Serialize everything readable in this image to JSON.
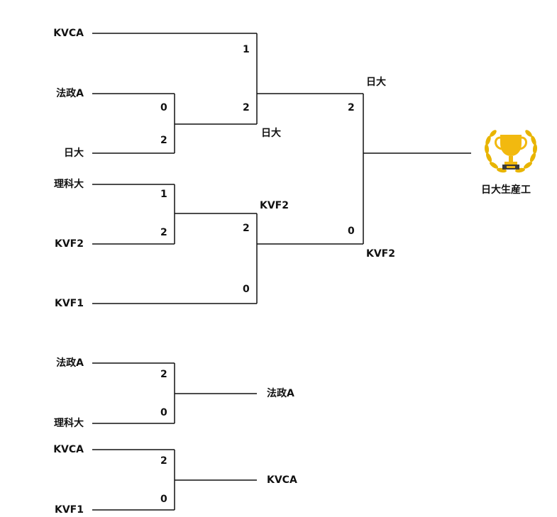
{
  "main_bracket": {
    "teams": [
      "KVCA",
      "法政A",
      "日大",
      "理科大",
      "KVF2",
      "KVF1"
    ],
    "round1": [
      {
        "top_score": "0",
        "bottom_score": "2",
        "winner": ""
      },
      {
        "top_score": "1",
        "bottom_score": "2",
        "winner": ""
      }
    ],
    "semifinal": [
      {
        "top_score": "1",
        "bottom_score": "2",
        "winner": "日大"
      },
      {
        "top_score": "2",
        "bottom_score": "0",
        "winner": "KVF2"
      }
    ],
    "final": {
      "top_score": "2",
      "bottom_score": "0",
      "top_team": "日大",
      "bottom_team": "KVF2"
    },
    "champion": "日大生産工"
  },
  "consolation": [
    {
      "top_team": "法政A",
      "bottom_team": "理科大",
      "top_score": "2",
      "bottom_score": "0",
      "winner": "法政A"
    },
    {
      "top_team": "KVCA",
      "bottom_team": "KVF1",
      "top_score": "2",
      "bottom_score": "0",
      "winner": "KVCA"
    }
  ],
  "colors": {
    "line": "#111111",
    "trophy_gold": "#f2b90f",
    "wreath": "#e8b400"
  },
  "icons": {
    "trophy": "trophy-icon"
  }
}
